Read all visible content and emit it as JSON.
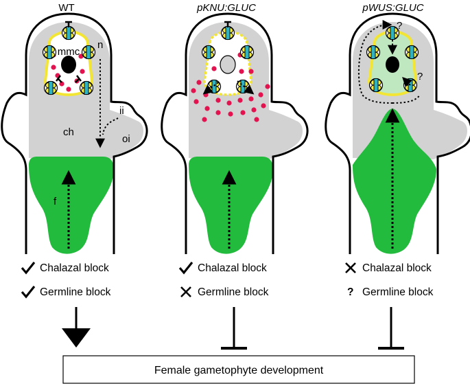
{
  "panels": [
    {
      "title": "WT",
      "labels": {
        "mmc": "mmc",
        "n": "n",
        "ii": "ii",
        "oi": "oi",
        "ch": "ch",
        "f": "f"
      },
      "chalazal": {
        "mark": "check",
        "text": "Chalazal block"
      },
      "germline": {
        "mark": "check",
        "text": "Germline block"
      },
      "effect": "promote"
    },
    {
      "title": "pKNU:GLUC",
      "chalazal": {
        "mark": "check",
        "text": "Chalazal block"
      },
      "germline": {
        "mark": "cross",
        "text": "Germline block"
      },
      "effect": "inhibit"
    },
    {
      "title": "pWUS:GLUC",
      "question_marks": [
        "?",
        "?"
      ],
      "chalazal": {
        "mark": "cross",
        "text": "Chalazal block"
      },
      "germline": {
        "mark": "question",
        "mark_text": "?",
        "text": "Germline block"
      },
      "effect": "inhibit"
    }
  ],
  "outcome": {
    "text": "Female gametophyte development"
  },
  "colors": {
    "tissue": "#d3d2d3",
    "funiculus": "#23bb3d",
    "mmc_halo": "#f3e533",
    "mmc_wus": "#bfe8c0",
    "callose_dots": "#e2134f",
    "plasmodesmata_cyan": "#2fb3c3",
    "plasmodesmata_yellow": "#f6ec3c"
  }
}
